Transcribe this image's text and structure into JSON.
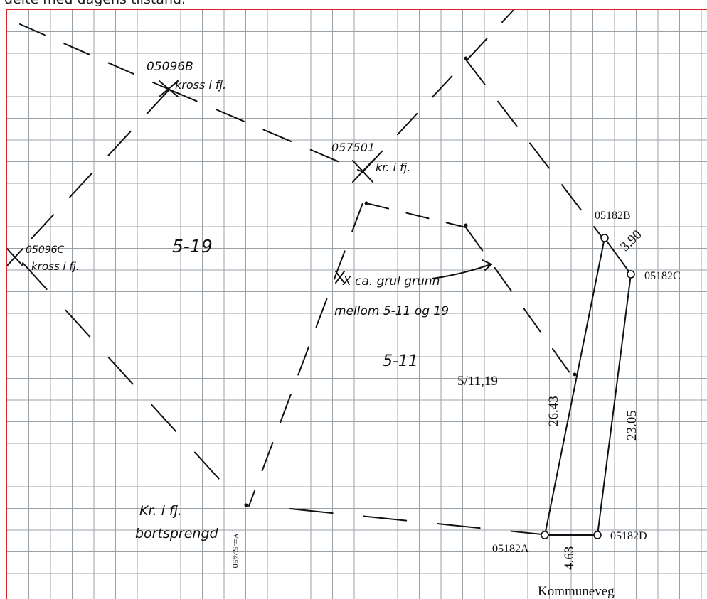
{
  "caption": "delte med dagens tilstand.",
  "colors": {
    "frame": "#d8232a",
    "grid": "#9aa2a8",
    "ink": "#111111"
  },
  "points": {
    "p05096b": {
      "id": "05096B",
      "note": "kross i fj."
    },
    "p057501": {
      "id": "057501",
      "note": "kr. i fj."
    },
    "p05096c": {
      "id": "05096C",
      "note": "kross i fj."
    },
    "p05182b": {
      "id": "05182B"
    },
    "p05182c": {
      "id": "05182C"
    },
    "p05182a": {
      "id": "05182A"
    },
    "p05182d": {
      "id": "05182D"
    }
  },
  "parcels": {
    "left": "5-19",
    "middle": "5-11",
    "shared": "5/11,19"
  },
  "note_boundary": {
    "line1": "X ca. grul grunn",
    "line2": "mellom 5-11 og 19"
  },
  "note_removed": {
    "line1": "Kr. i fj.",
    "line2": "bortsprengd"
  },
  "coord_label": "Y=-52450",
  "dims": {
    "top": "3.90",
    "left": "26.43",
    "right": "23.05",
    "bottom": "4.63"
  },
  "road": "Kommuneveg"
}
